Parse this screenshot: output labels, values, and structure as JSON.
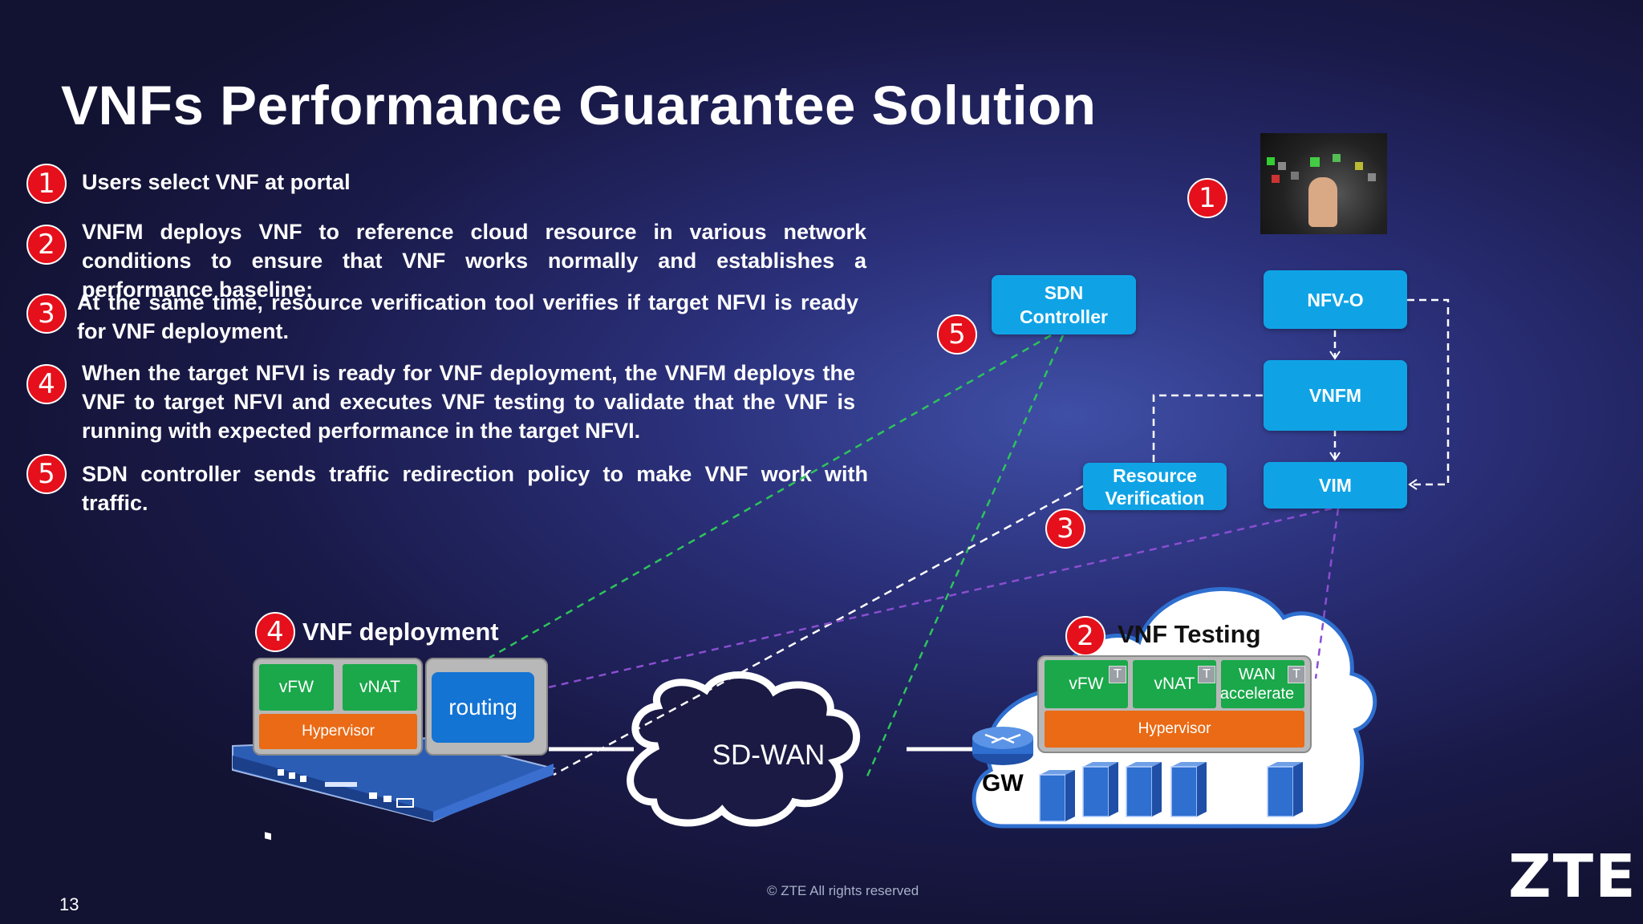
{
  "title": "VNFs Performance Guarantee Solution",
  "steps": [
    {
      "num": "1",
      "text": "Users select VNF at portal"
    },
    {
      "num": "2",
      "text": "VNFM deploys VNF to reference cloud resource in various network conditions to ensure that VNF works normally and establishes a performance baseline;"
    },
    {
      "num": "3",
      "text": "At the same time, resource verification tool verifies if target NFVI is ready for VNF deployment."
    },
    {
      "num": "4",
      "text": "When the target NFVI is ready for VNF deployment, the VNFM deploys the VNF to target NFVI and executes VNF testing to validate that the VNF is running with expected performance in the target NFVI."
    },
    {
      "num": "5",
      "text": "SDN controller sends traffic redirection policy to make VNF work with traffic."
    }
  ],
  "diagram": {
    "nfvo": "NFV-O",
    "vnfm": "VNFM",
    "vim": "VIM",
    "sdn_controller": "SDN Controller",
    "resource_verification": "Resource Verification",
    "sdwan": "SD-WAN",
    "gw": "GW",
    "badge1": "1",
    "badge2": "2",
    "badge3": "3",
    "badge4": "4",
    "badge5": "5",
    "vnf_deployment": {
      "title": "VNF deployment",
      "vfw": "vFW",
      "vnat": "vNAT",
      "hypervisor": "Hypervisor",
      "routing": "routing"
    },
    "vnf_testing": {
      "title": "VNF Testing",
      "vfw": "vFW",
      "vnat": "vNAT",
      "wan": "WAN accelerate",
      "t": "T",
      "hypervisor": "Hypervisor"
    }
  },
  "footer": {
    "page": "13",
    "copyright": "© ZTE All rights reserved",
    "logo": "ZTE"
  },
  "colors": {
    "badge_red": "#e5101b",
    "box_blue": "#0fa3e6",
    "vnf_green": "#1aa84a",
    "hypervisor_orange": "#ea6a15",
    "link_green": "#2ec45a",
    "link_purple": "#8a4fd0"
  }
}
